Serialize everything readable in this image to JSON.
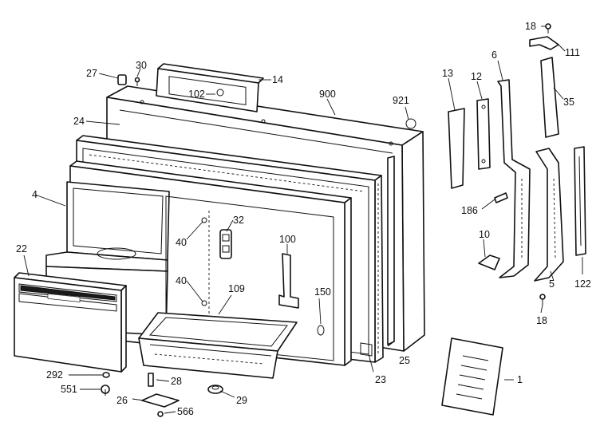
{
  "callouts": [
    {
      "id": "c18a",
      "text": "18"
    },
    {
      "id": "c111",
      "text": "111"
    },
    {
      "id": "c6",
      "text": "6"
    },
    {
      "id": "c13",
      "text": "13"
    },
    {
      "id": "c12",
      "text": "12"
    },
    {
      "id": "c35",
      "text": "35"
    },
    {
      "id": "c27",
      "text": "27"
    },
    {
      "id": "c30",
      "text": "30"
    },
    {
      "id": "c14",
      "text": "14"
    },
    {
      "id": "c102",
      "text": "102"
    },
    {
      "id": "c900",
      "text": "900"
    },
    {
      "id": "c921",
      "text": "921"
    },
    {
      "id": "c24",
      "text": "24"
    },
    {
      "id": "c4",
      "text": "4"
    },
    {
      "id": "c186",
      "text": "186"
    },
    {
      "id": "c32",
      "text": "32"
    },
    {
      "id": "c40a",
      "text": "40"
    },
    {
      "id": "c22",
      "text": "22"
    },
    {
      "id": "c100",
      "text": "100"
    },
    {
      "id": "c10",
      "text": "10"
    },
    {
      "id": "c122",
      "text": "122"
    },
    {
      "id": "c40b",
      "text": "40"
    },
    {
      "id": "c109",
      "text": "109"
    },
    {
      "id": "c150",
      "text": "150"
    },
    {
      "id": "c5",
      "text": "5"
    },
    {
      "id": "c18b",
      "text": "18"
    },
    {
      "id": "c25",
      "text": "25"
    },
    {
      "id": "c23",
      "text": "23"
    },
    {
      "id": "c292",
      "text": "292"
    },
    {
      "id": "c28",
      "text": "28"
    },
    {
      "id": "c551",
      "text": "551"
    },
    {
      "id": "c29",
      "text": "29"
    },
    {
      "id": "c26",
      "text": "26"
    },
    {
      "id": "c566",
      "text": "566"
    },
    {
      "id": "c1",
      "text": "1"
    }
  ]
}
